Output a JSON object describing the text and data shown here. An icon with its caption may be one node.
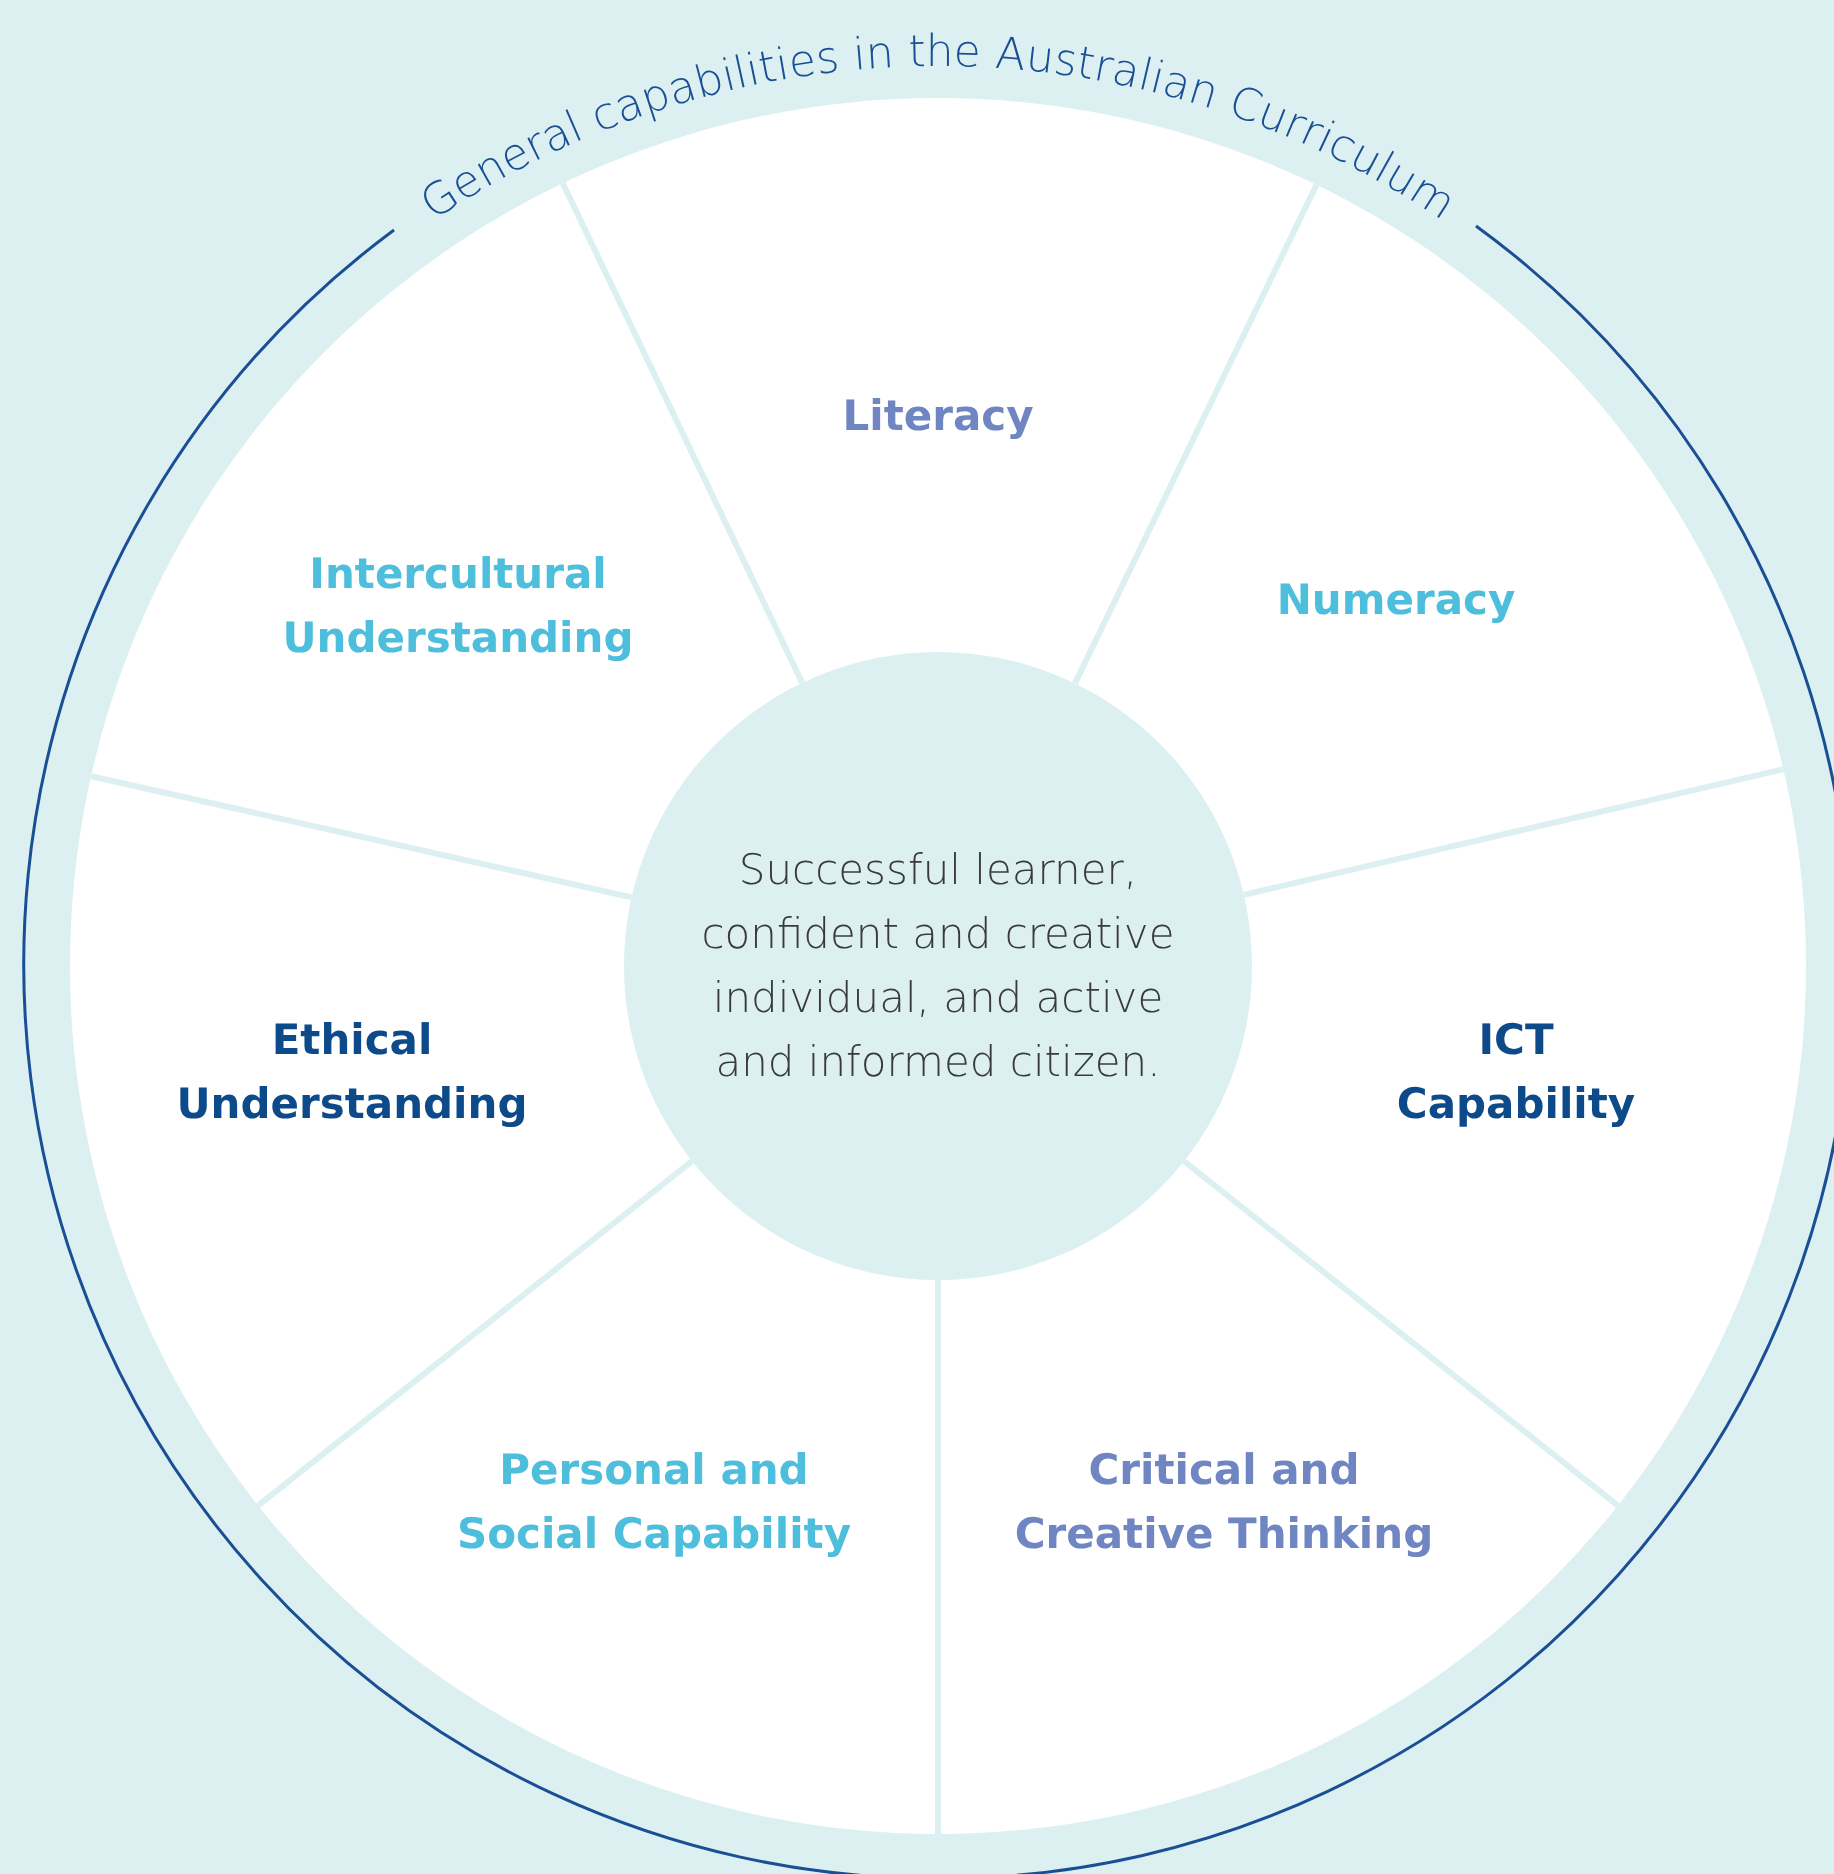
{
  "diagram": {
    "title": "General capabilities in the Australian Curriculum",
    "nodes": [
      {
        "text": [
          "Literacy"
        ]
      },
      {
        "text": [
          "Numeracy"
        ]
      },
      {
        "text": [
          "ICT Capability"
        ]
      },
      {
        "text": [
          "Critical and Creative Thinking"
        ]
      },
      {
        "text": [
          "Personal and Social Capability"
        ]
      },
      {
        "text": [
          "Ethical Understanding"
        ]
      },
      {
        "text": [
          "Intercultural Understanding"
        ]
      },
      {
        "text": [
          "Successful learner, confident and creative individual, and active and informed citizen."
        ]
      }
    ],
    "edges": []
  }
}
